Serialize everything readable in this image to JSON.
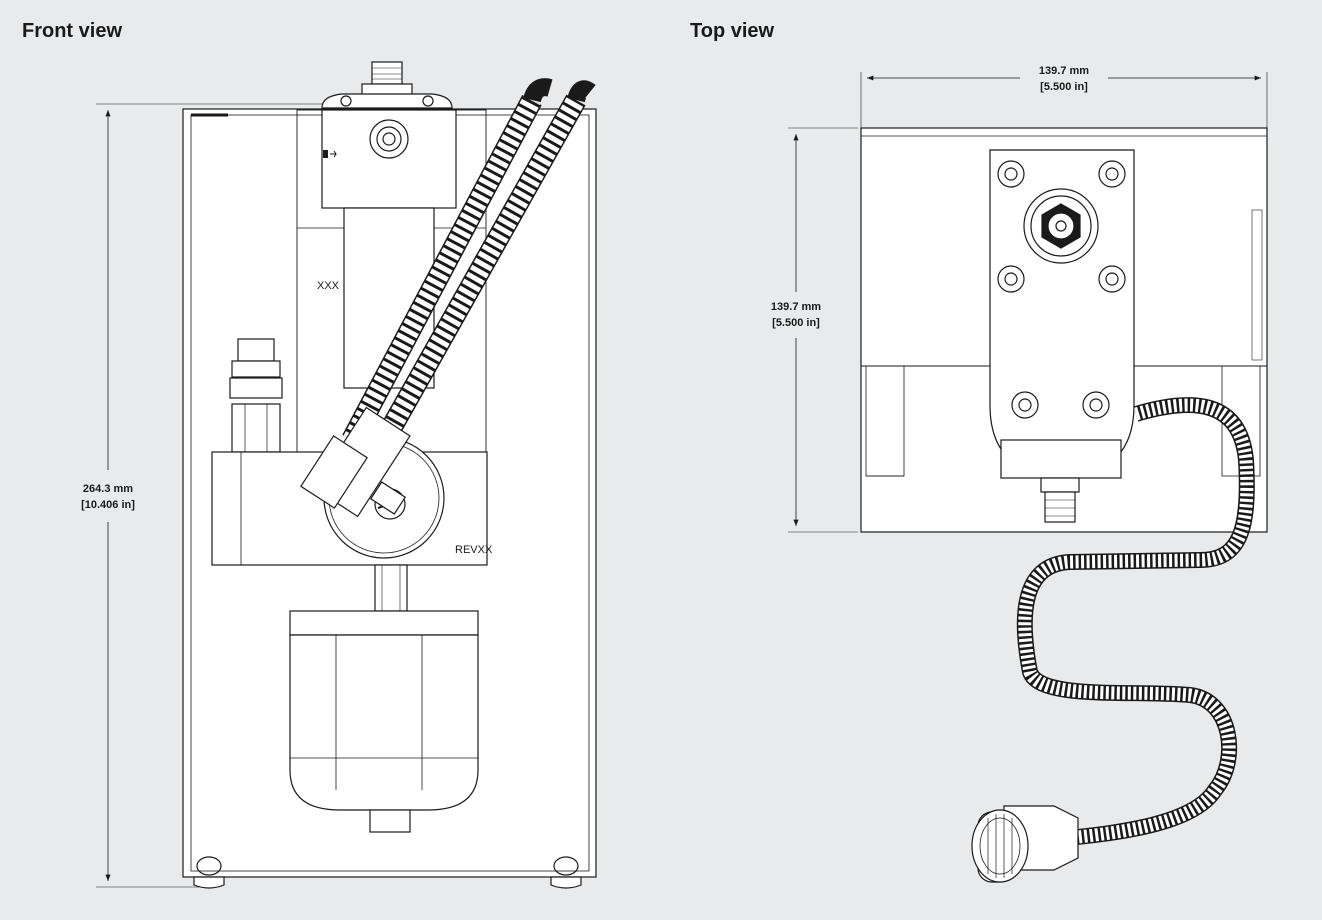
{
  "front_view": {
    "title": "Front view",
    "height_mm": "264.3 mm",
    "height_in": "[10.406 in]",
    "marks": {
      "part_code": "XXX",
      "revision": "REVXX"
    }
  },
  "top_view": {
    "title": "Top view",
    "width_mm": "139.7 mm",
    "width_in": "[5.500 in]",
    "depth_mm": "139.7 mm",
    "depth_in": "[5.500 in]"
  },
  "colors": {
    "background": "#e9eaeb",
    "line": "#1a1a1a",
    "part_fill": "#ffffff"
  }
}
